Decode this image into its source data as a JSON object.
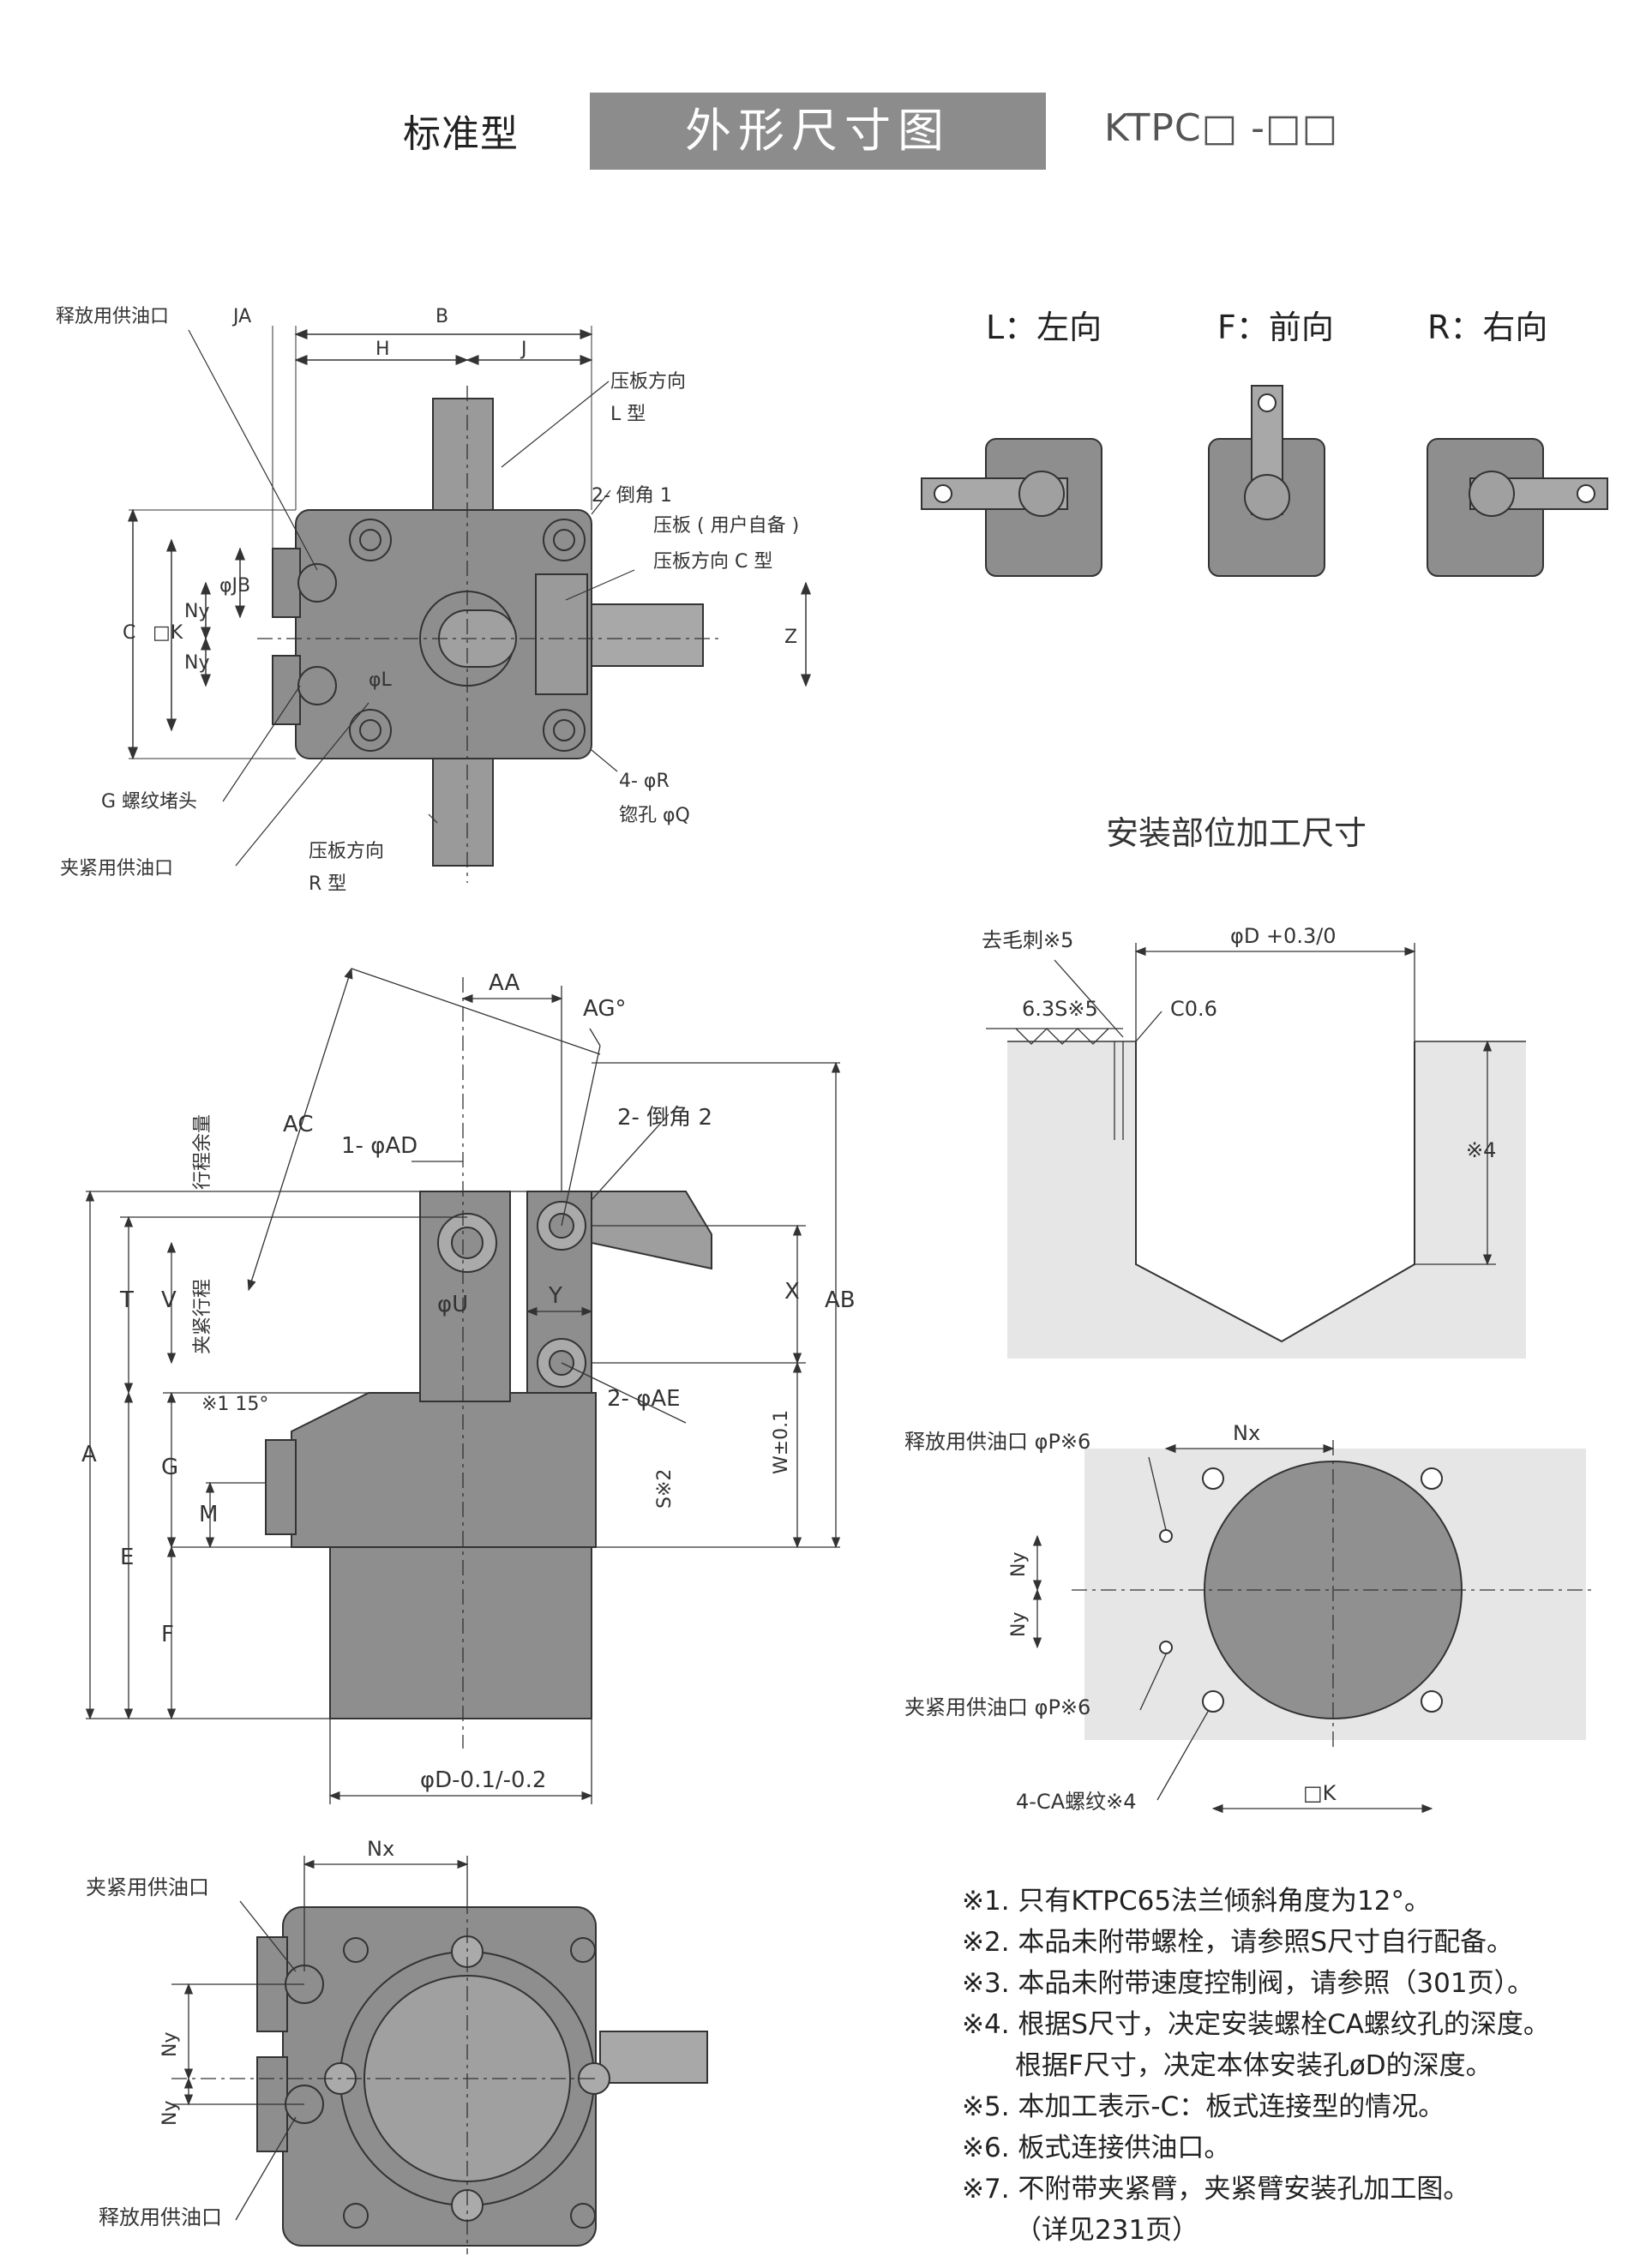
{
  "header": {
    "series_label": "标准型",
    "title": "外形尺寸图",
    "model": "KTPC□ -□□"
  },
  "top_view_labels": {
    "release_port": "释放用供油口",
    "ja": "JA",
    "b": "B",
    "h": "H",
    "j": "J",
    "dir_l_line1": "压板方向",
    "dir_l_line2": "L 型",
    "chamfer1": "2- 倒角 1",
    "plate_user": "压板 ( 用户自备 )",
    "dir_c": "压板方向 C 型",
    "c": "C",
    "k": "□K",
    "ny": "Ny",
    "jb": "φJB",
    "l": "φL",
    "z": "Z",
    "r": "4- φR",
    "q": "锪孔 φQ",
    "g_plug": "G 螺纹堵头",
    "clamp_port": "夹紧用供油口",
    "dir_r_line1": "压板方向",
    "dir_r_line2": "R 型"
  },
  "orientation_views": {
    "left": "L：左向",
    "front": "F：前向",
    "right": "R：右向"
  },
  "side_view_labels": {
    "aa": "AA",
    "ag": "AG°",
    "ac": "AC",
    "ad": "1- φAD",
    "chamfer2": "2- 倒角 2",
    "stroke_margin": "行程余量",
    "clamp_stroke": "夹紧行程",
    "t": "T",
    "v": "V",
    "u": "φU",
    "y": "Y",
    "x": "X",
    "ab": "AB",
    "a": "A",
    "e": "E",
    "f": "F",
    "g": "G",
    "m": "M",
    "angle": "※1 15°",
    "ae": "2- φAE",
    "s": "S※2",
    "w": "W±0.1",
    "d": "φD-0.1/-0.2"
  },
  "mount_section": {
    "title": "安装部位加工尺寸",
    "deburr": "去毛刺※5",
    "roughness": "6.3S※5",
    "chamfer": "C0.6",
    "d_tol": "φD +0.3/0",
    "depth": "※4"
  },
  "port_layout": {
    "release_port": "释放用供油口 φP※6",
    "clamp_port": "夹紧用供油口 φP※6",
    "nx": "Nx",
    "ny": "Ny",
    "thread": "4-CA螺纹※4",
    "k": "□K"
  },
  "bottom_view_labels": {
    "nx": "Nx",
    "clamp_port": "夹紧用供油口",
    "release_port": "释放用供油口",
    "ny": "Ny"
  },
  "notes": [
    "※1. 只有KTPC65法兰倾斜角度为12°。",
    "※2. 本品未附带螺栓，请参照S尺寸自行配备。",
    "※3. 本品未附带速度控制阀，请参照（301页）。",
    "※4. 根据S尺寸，决定安装螺栓CA螺纹孔的深度。",
    "根据F尺寸，决定本体安装孔øD的深度。",
    "※5. 本加工表示-C：板式连接型的情况。",
    "※6. 板式连接供油口。",
    "※7. 不附带夹紧臂，夹紧臂安装孔加工图。",
    "（详见231页）"
  ]
}
